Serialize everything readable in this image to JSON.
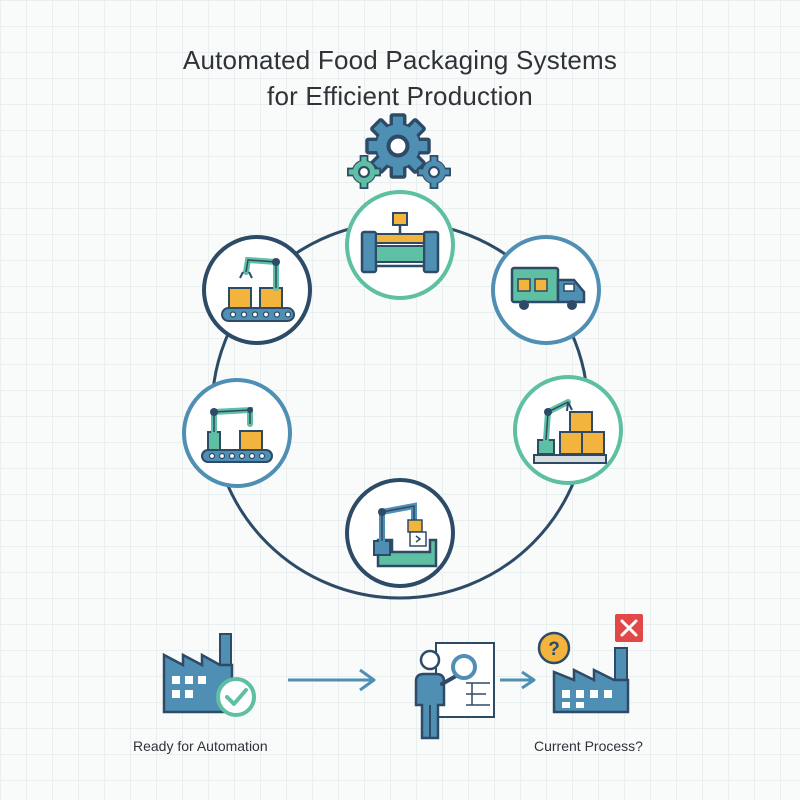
{
  "title": {
    "line1": "Automated Food Packaging Systems",
    "line2": "for Efficient Production"
  },
  "captions": {
    "ready": "Ready for Automation",
    "current": "Current Process?"
  },
  "icons": [
    "gears-icon",
    "packaging-machine-icon",
    "delivery-truck-icon",
    "palletizing-robot-icon",
    "robotic-sealing-icon",
    "pick-place-robot-icon",
    "robot-arm-conveyor-icon",
    "factory-check-icon",
    "arrow-right-icon",
    "analyst-board-icon",
    "factory-question-icon",
    "error-x-icon"
  ],
  "colors": {
    "navy": "#2d4a67",
    "blue": "#4f8fb4",
    "teal": "#5ebfa3",
    "orange": "#f2b43c",
    "red": "#e34848"
  }
}
